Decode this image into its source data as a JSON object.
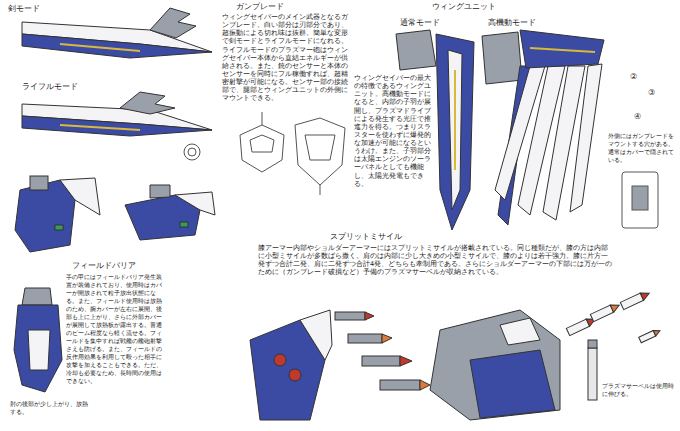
{
  "diagram": {
    "labels": [
      "剣モード",
      "ライフルモード",
      "ガンブレード",
      "ウィングセイバーのメイン武器となるガンブレード。白い部分は刃部分であり、超振動による切れ味は抜群。簡単な変形で剣モードとライフルモードになれる。ライフルモードのプラズマー砲はウィングセイバー本体から直結エネルギーが供給される。また、銃のセンサーと本体のセンサーを同時にフル稼働すれば、超精密射撃が可能になる。センサー部の接続部で、腿部とウィングユニットの外側にマウントできる。",
      "ウィングユニット",
      "通常モード",
      "高機動モード",
      "ウィングセイバーの最大の特徴であるウィングユニット。高機動モードになると、内部の子羽が展開し、プラズマドライブによる発生する光圧で推進力を得る。つまりスラスターを使わずに爆発的な加速が可能になるというわけ。また、子羽部分は太陽エンジンのソーラーパネルとしても機能し、太陽光発電もできる。",
      "②",
      "③",
      "④",
      "外側にはガンブレードをマウントする穴がある。通常はカバーで隠されている。",
      "フィールドバリア",
      "手の甲にはフィールドバリア発生装置が装備されており、使用時はカバーが開放されて粒子放出状態になる。また、フィールド使用時は放熱のため、腕カバーが左右に展開、後部も上に上がり、さらに外部カバーが展開して放熱板が露出する。普通のビーム程度なら軽く流せる。フィールドを集中すれば戦艦の艦砲射撃さえも防げる。また、フィールドの反作用効果を利用して殴った相手に攻撃を加えることもできる。ただ、冷却も必要なため、長時間の使用はできない。",
      "肘の後部が少し上がり、放熱する。",
      "スプリットミサイル",
      "膝アーマー内部やショルダーアーマーにはスプリットミサイルが搭載されている。同じ種類だが、膝の方は内部に小型ミサイルが多数ばら撒く。肩のは内部に少し大きめの小型ミサイルで、膝のよりは若干強力。膝に片方一発ずつ合計二発、肩に二発ずつ合計4発、どちらも牽制用である。さらにショルダーアーマーの下部には万が一のために（ガンブレード破損など）予備のプラズマサーベルが収納されている。",
      "プラズマサーベルは使用時に伸びる。"
    ]
  }
}
